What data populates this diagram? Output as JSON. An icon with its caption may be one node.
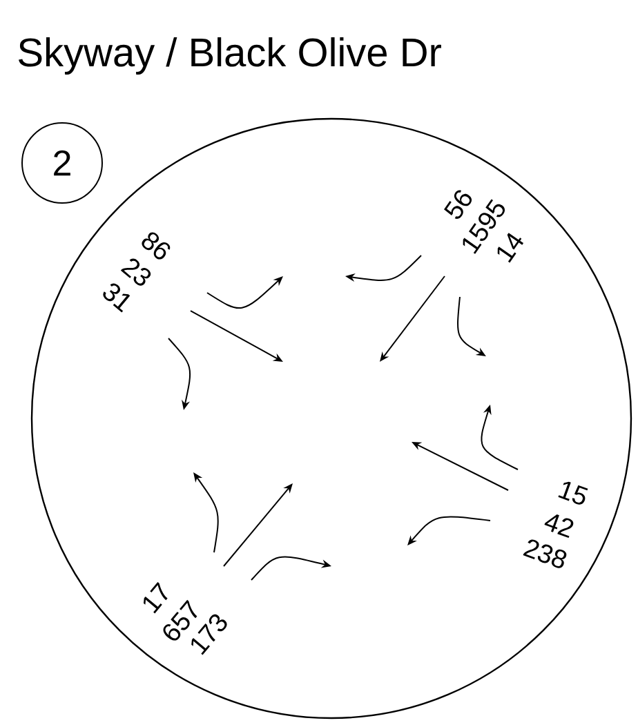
{
  "diagram": {
    "title": "Skyway / Black Olive Dr",
    "nodes": [
      {
        "text": [
          "2"
        ]
      }
    ],
    "labels": [
      "86",
      "23",
      "31",
      "56",
      "1595",
      "14",
      "15",
      "42",
      "238",
      "17",
      "657",
      "173"
    ]
  }
}
